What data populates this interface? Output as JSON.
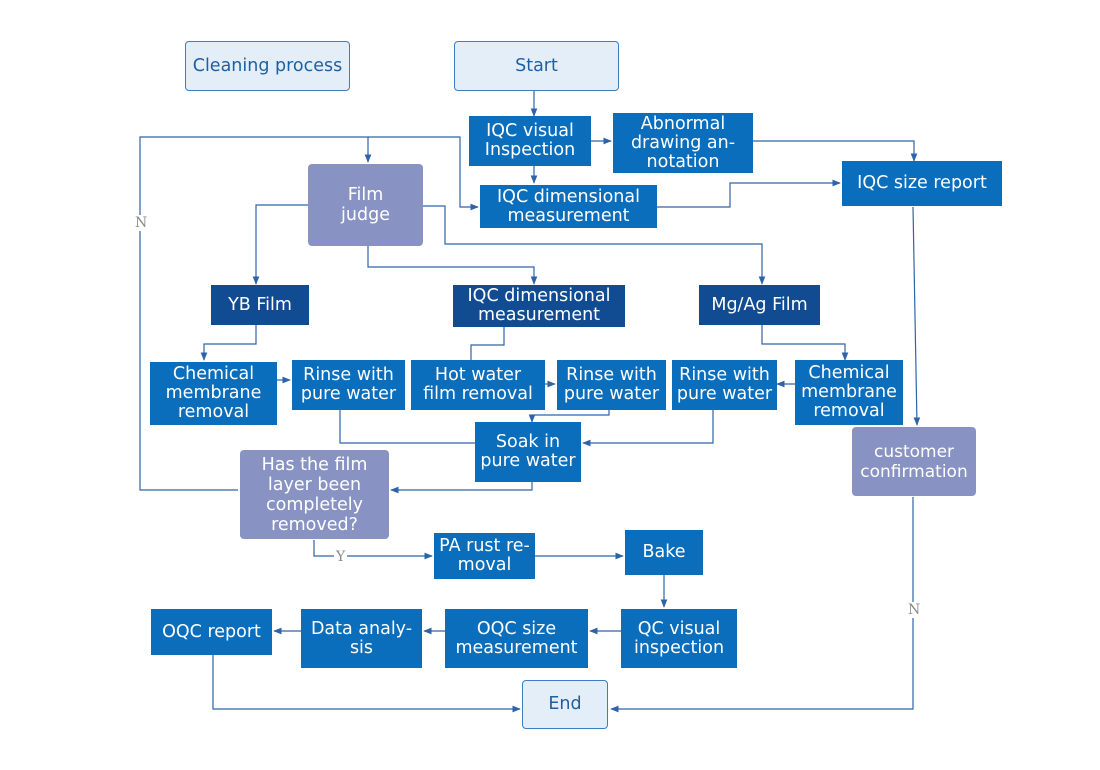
{
  "nodes": {
    "cleaning_process": "Cleaning process",
    "start": "Start",
    "iqc_visual": "IQC visual Inspection",
    "abnormal_drawing": "Abnormal drawing an-notation",
    "iqc_dim_top": "IQC dimensional measurement",
    "iqc_size_report": "IQC size report",
    "film_judge": "Film judge",
    "yb_film": "YB Film",
    "iqc_dim_mid": "IQC dimensional measurement",
    "mgag_film": "Mg/Ag Film",
    "chem_left": "Chemical membrane removal",
    "rinse_1": "Rinse with pure water",
    "hot_water": "Hot water film removal",
    "rinse_2": "Rinse with pure water",
    "rinse_3": "Rinse with pure water",
    "chem_right": "Chemical membrane removal",
    "soak": "Soak in pure water",
    "customer_confirmation": "customer confirmation",
    "film_removed_q": "Has the film layer been completely removed?",
    "pa_rust": "PA rust re-moval",
    "bake": "Bake",
    "oqc_report": "OQC report",
    "data_analysis": "Data analy-sis",
    "oqc_size": "OQC size measurement",
    "qc_visual": "QC visual inspection",
    "end": "End"
  },
  "labels": {
    "n_left": "N",
    "y_bottom": "Y",
    "n_right": "N"
  },
  "colors": {
    "light_fill": "#e3eef9",
    "blue_fill": "#0a6ebd",
    "dark_fill": "#114b91",
    "purple_fill": "#8893c4",
    "connector": "#2f63a8"
  }
}
